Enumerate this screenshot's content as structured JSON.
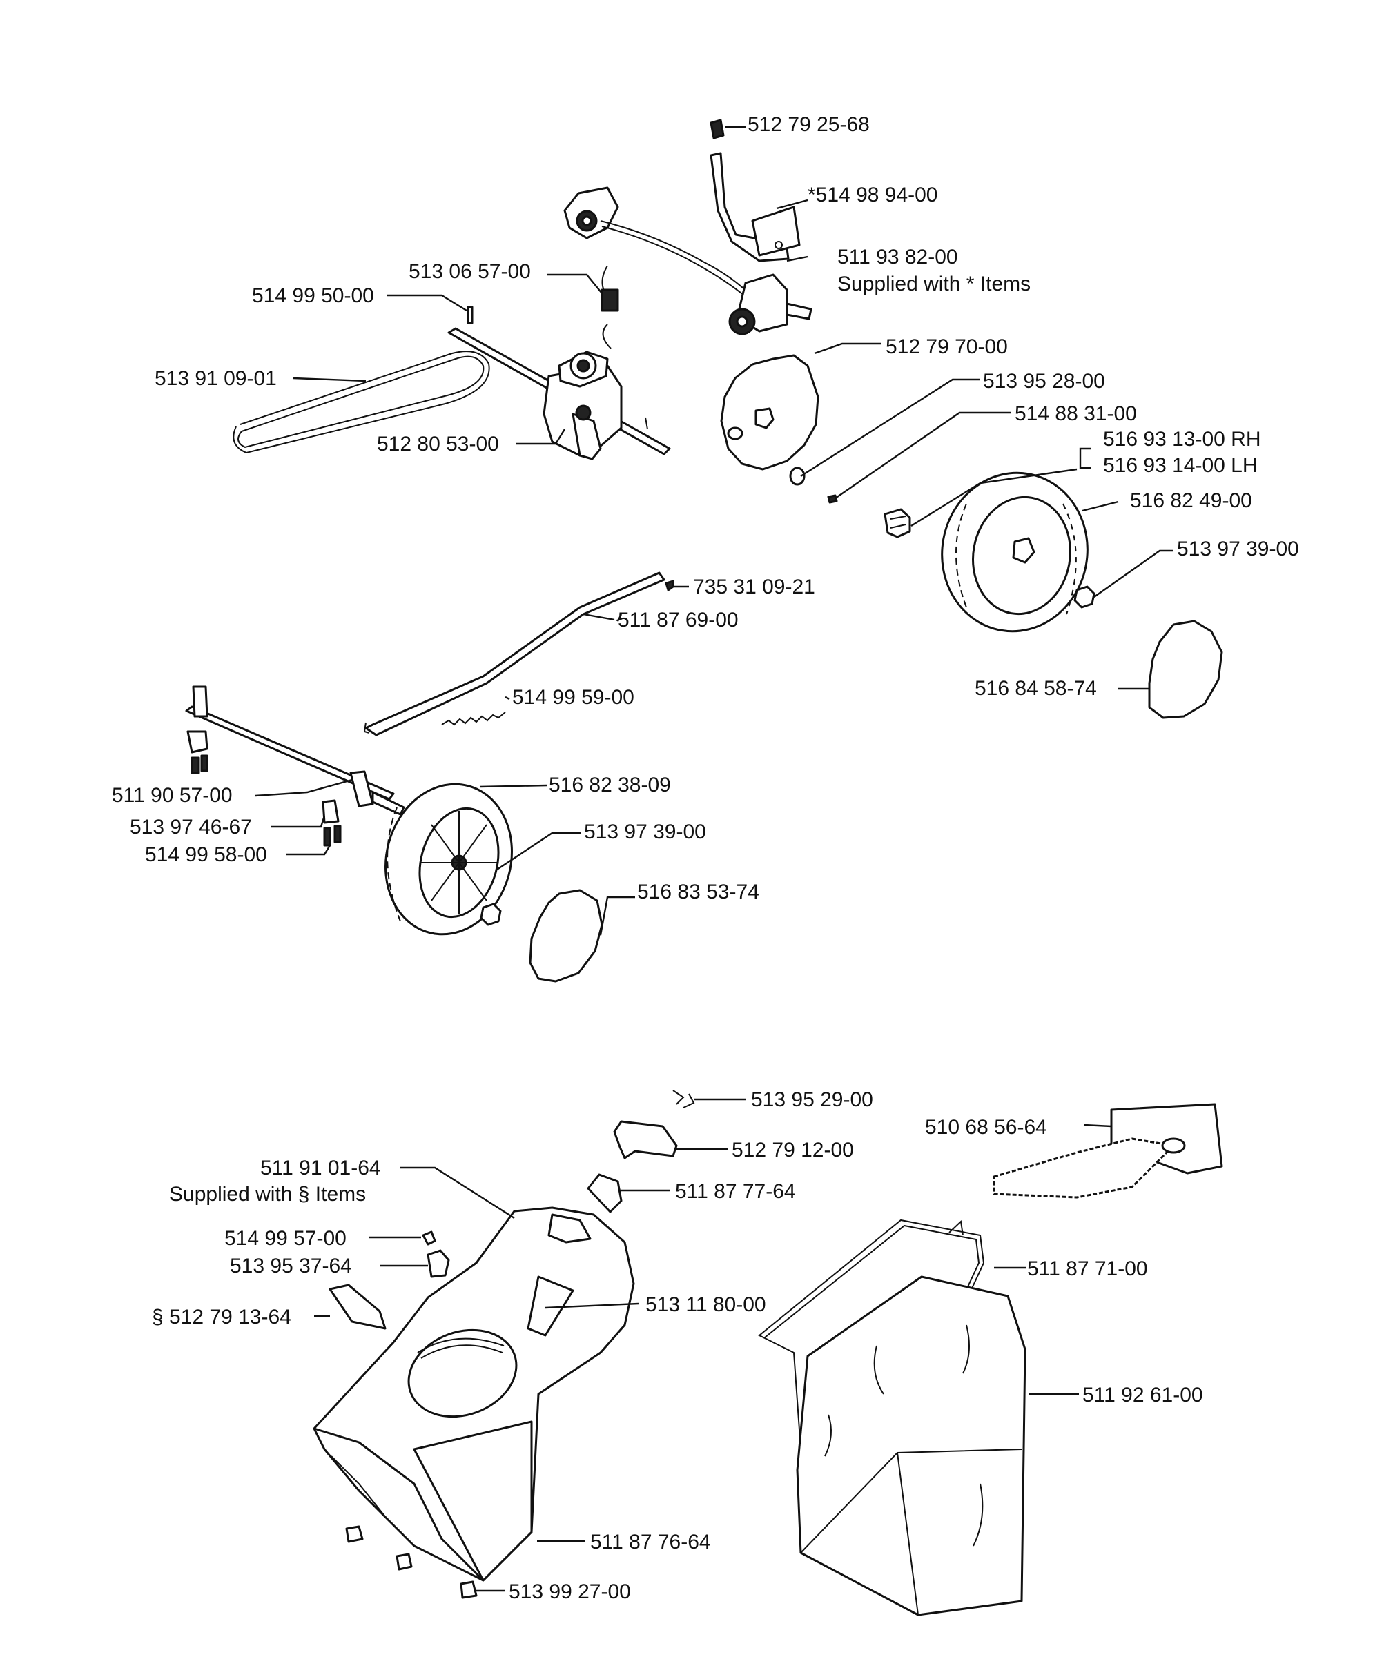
{
  "upper_assembly": {
    "labels": [
      {
        "id": "p1",
        "text": "512 79 25-68"
      },
      {
        "id": "p2",
        "text": "*514 98 94-00"
      },
      {
        "id": "p3",
        "text": "511 93 82-00"
      },
      {
        "id": "p3note",
        "text": "Supplied with * Items"
      },
      {
        "id": "p4",
        "text": "513 06 57-00"
      },
      {
        "id": "p5",
        "text": "514 99 50-00"
      },
      {
        "id": "p6",
        "text": "512 79 70-00"
      },
      {
        "id": "p7",
        "text": "513 91 09-01"
      },
      {
        "id": "p8",
        "text": "513 95 28-00"
      },
      {
        "id": "p9",
        "text": "512 80 53-00"
      },
      {
        "id": "p10",
        "text": "514 88 31-00"
      },
      {
        "id": "p11",
        "text": "516 93 13-00 RH"
      },
      {
        "id": "p12",
        "text": "516 93 14-00 LH"
      },
      {
        "id": "p13",
        "text": "516 82 49-00"
      },
      {
        "id": "p14",
        "text": "513 97 39-00"
      },
      {
        "id": "p15",
        "text": "735 31 09-21"
      },
      {
        "id": "p16",
        "text": "511 87 69-00"
      },
      {
        "id": "p17",
        "text": "516 84 58-74"
      },
      {
        "id": "p18",
        "text": "514 99 59-00"
      },
      {
        "id": "p19",
        "text": "516 82 38-09"
      },
      {
        "id": "p20",
        "text": "511 90 57-00"
      },
      {
        "id": "p21",
        "text": "513 97 39-00"
      },
      {
        "id": "p22",
        "text": "513 97 46-67"
      },
      {
        "id": "p23",
        "text": "514 99 58-00"
      },
      {
        "id": "p24",
        "text": "516 83 53-74"
      }
    ]
  },
  "lower_assembly": {
    "labels": [
      {
        "id": "q1",
        "text": "513 95 29-00"
      },
      {
        "id": "q2",
        "text": "510 68 56-64"
      },
      {
        "id": "q3",
        "text": "512 79 12-00"
      },
      {
        "id": "q4",
        "text": "511 91 01-64"
      },
      {
        "id": "q4note",
        "text": "Supplied with § Items"
      },
      {
        "id": "q5",
        "text": "511 87 77-64"
      },
      {
        "id": "q6",
        "text": "514 99 57-00"
      },
      {
        "id": "q7",
        "text": "513 95 37-64"
      },
      {
        "id": "q8",
        "text": "511 87 71-00"
      },
      {
        "id": "q9",
        "text": "§ 512 79 13-64"
      },
      {
        "id": "q10",
        "text": "513 11 80-00"
      },
      {
        "id": "q11",
        "text": "511 92 61-00"
      },
      {
        "id": "q12",
        "text": "511 87 76-64"
      },
      {
        "id": "q13",
        "text": "513 99 27-00"
      }
    ]
  }
}
